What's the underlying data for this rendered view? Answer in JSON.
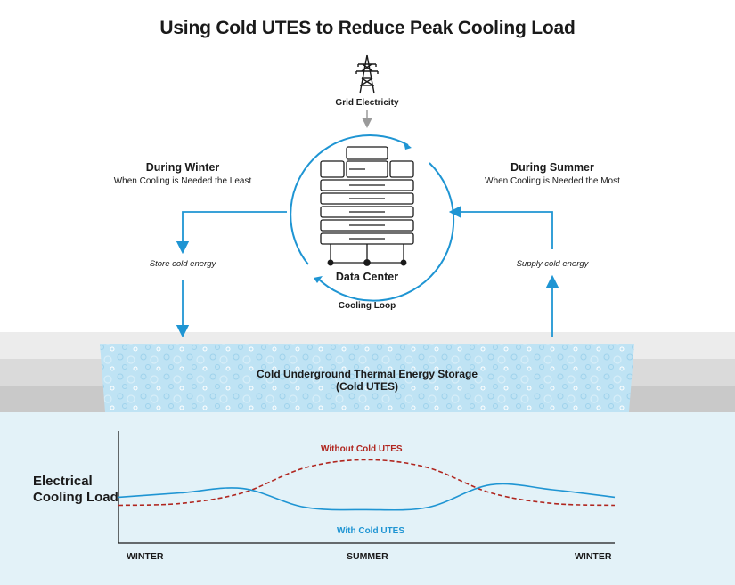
{
  "title": "Using Cold UTES to Reduce Peak Cooling Load",
  "grid": {
    "label": "Grid Electricity",
    "icon": "power-tower-icon"
  },
  "winter": {
    "heading": "During Winter",
    "subheading": "When Cooling is Needed the Least",
    "action": "Store cold energy"
  },
  "summer": {
    "heading": "During Summer",
    "subheading": "When Cooling is Needed the Most",
    "action": "Supply cold energy"
  },
  "data_center": {
    "label": "Data Center",
    "icon": "server-rack-icon"
  },
  "cooling_loop": {
    "label": "Cooling Loop"
  },
  "utes": {
    "line1": "Cold Underground Thermal Energy Storage",
    "line2": "(Cold UTES)"
  },
  "colors": {
    "blue": "#1f95d3",
    "red": "#b0261f",
    "storage_fill": "#bfe3f4",
    "chart_bg": "#e3f2f8",
    "ground_light": "#e8e8e8",
    "ground_dark": "#c9c9c9"
  },
  "chart_data": {
    "type": "line",
    "ylabel": "Electrical Cooling Load",
    "x_ticks": [
      "WINTER",
      "SUMMER",
      "WINTER"
    ],
    "series": [
      {
        "name": "Without Cold UTES",
        "style": "dashed",
        "color": "#b0261f",
        "values": [
          0.25,
          0.28,
          0.45,
          0.85,
          0.98,
          0.85,
          0.45,
          0.28,
          0.25
        ]
      },
      {
        "name": "With Cold UTES",
        "style": "solid",
        "color": "#1f95d3",
        "values": [
          0.38,
          0.45,
          0.52,
          0.22,
          0.18,
          0.22,
          0.58,
          0.5,
          0.38
        ]
      }
    ]
  }
}
